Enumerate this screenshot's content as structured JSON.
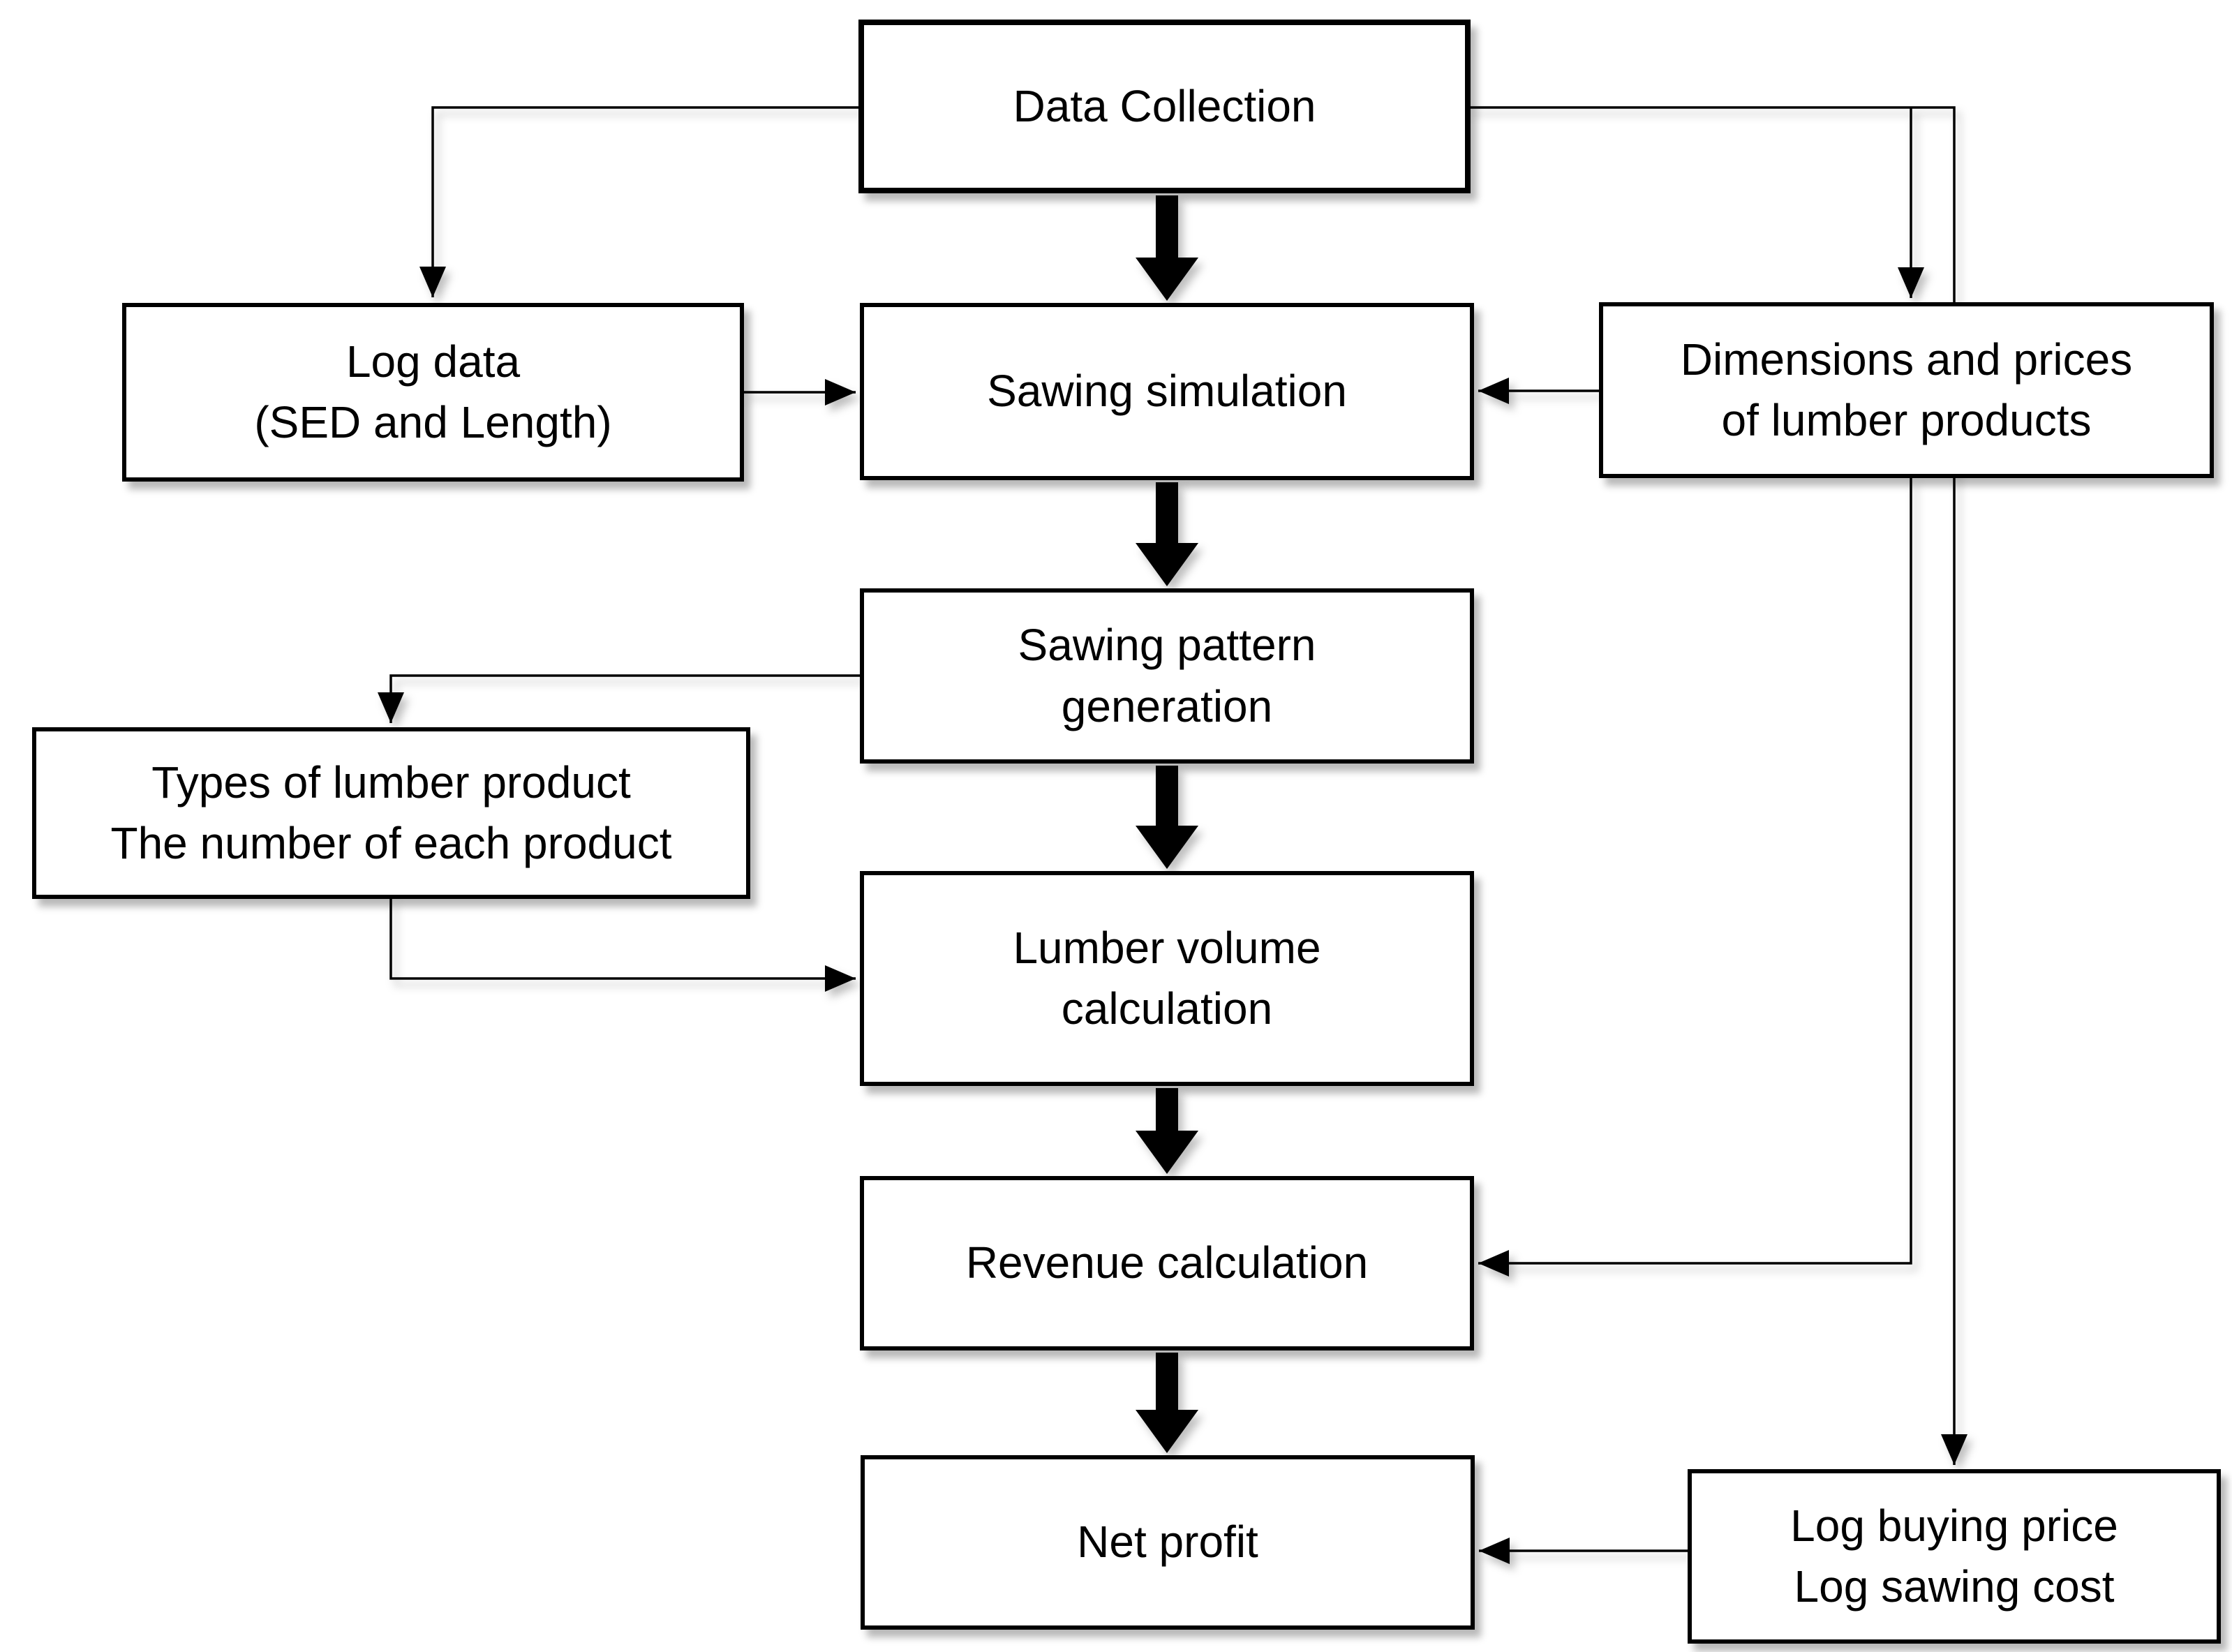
{
  "page": {
    "background": "#ffffff",
    "stroke_color": "#000000",
    "box_fill": "#ffffff"
  },
  "diagram": {
    "type": "flowchart",
    "nodes": {
      "data_collection": {
        "label": "Data Collection"
      },
      "log_data": {
        "line1": "Log data",
        "line2": "(SED and Length)"
      },
      "sawing_simulation": {
        "label": "Sawing simulation"
      },
      "dimensions_prices": {
        "line1": "Dimensions and prices",
        "line2": "of lumber products"
      },
      "sawing_pattern": {
        "line1": "Sawing pattern",
        "line2": "generation"
      },
      "types_of_lumber": {
        "line1": "Types of lumber product",
        "line2": "The number of each product"
      },
      "lumber_volume": {
        "line1": "Lumber volume",
        "line2": "calculation"
      },
      "revenue": {
        "label": "Revenue calculation"
      },
      "net_profit": {
        "label": "Net profit"
      },
      "log_buying": {
        "line1": "Log buying price",
        "line2": "Log sawing cost"
      }
    },
    "edges": [
      {
        "from": "data_collection",
        "to": "sawing_simulation",
        "style": "thick"
      },
      {
        "from": "data_collection",
        "to": "log_data",
        "style": "thin"
      },
      {
        "from": "data_collection",
        "to": "dimensions_prices",
        "style": "thin"
      },
      {
        "from": "data_collection",
        "to": "log_buying",
        "style": "thin"
      },
      {
        "from": "log_data",
        "to": "sawing_simulation",
        "style": "thin"
      },
      {
        "from": "dimensions_prices",
        "to": "sawing_simulation",
        "style": "thin"
      },
      {
        "from": "sawing_simulation",
        "to": "sawing_pattern",
        "style": "thick"
      },
      {
        "from": "sawing_pattern",
        "to": "types_of_lumber",
        "style": "thin"
      },
      {
        "from": "sawing_pattern",
        "to": "lumber_volume",
        "style": "thick"
      },
      {
        "from": "types_of_lumber",
        "to": "lumber_volume",
        "style": "thin"
      },
      {
        "from": "lumber_volume",
        "to": "revenue",
        "style": "thick"
      },
      {
        "from": "dimensions_prices",
        "to": "revenue",
        "style": "thin"
      },
      {
        "from": "revenue",
        "to": "net_profit",
        "style": "thick"
      },
      {
        "from": "log_buying",
        "to": "net_profit",
        "style": "thin"
      }
    ]
  }
}
